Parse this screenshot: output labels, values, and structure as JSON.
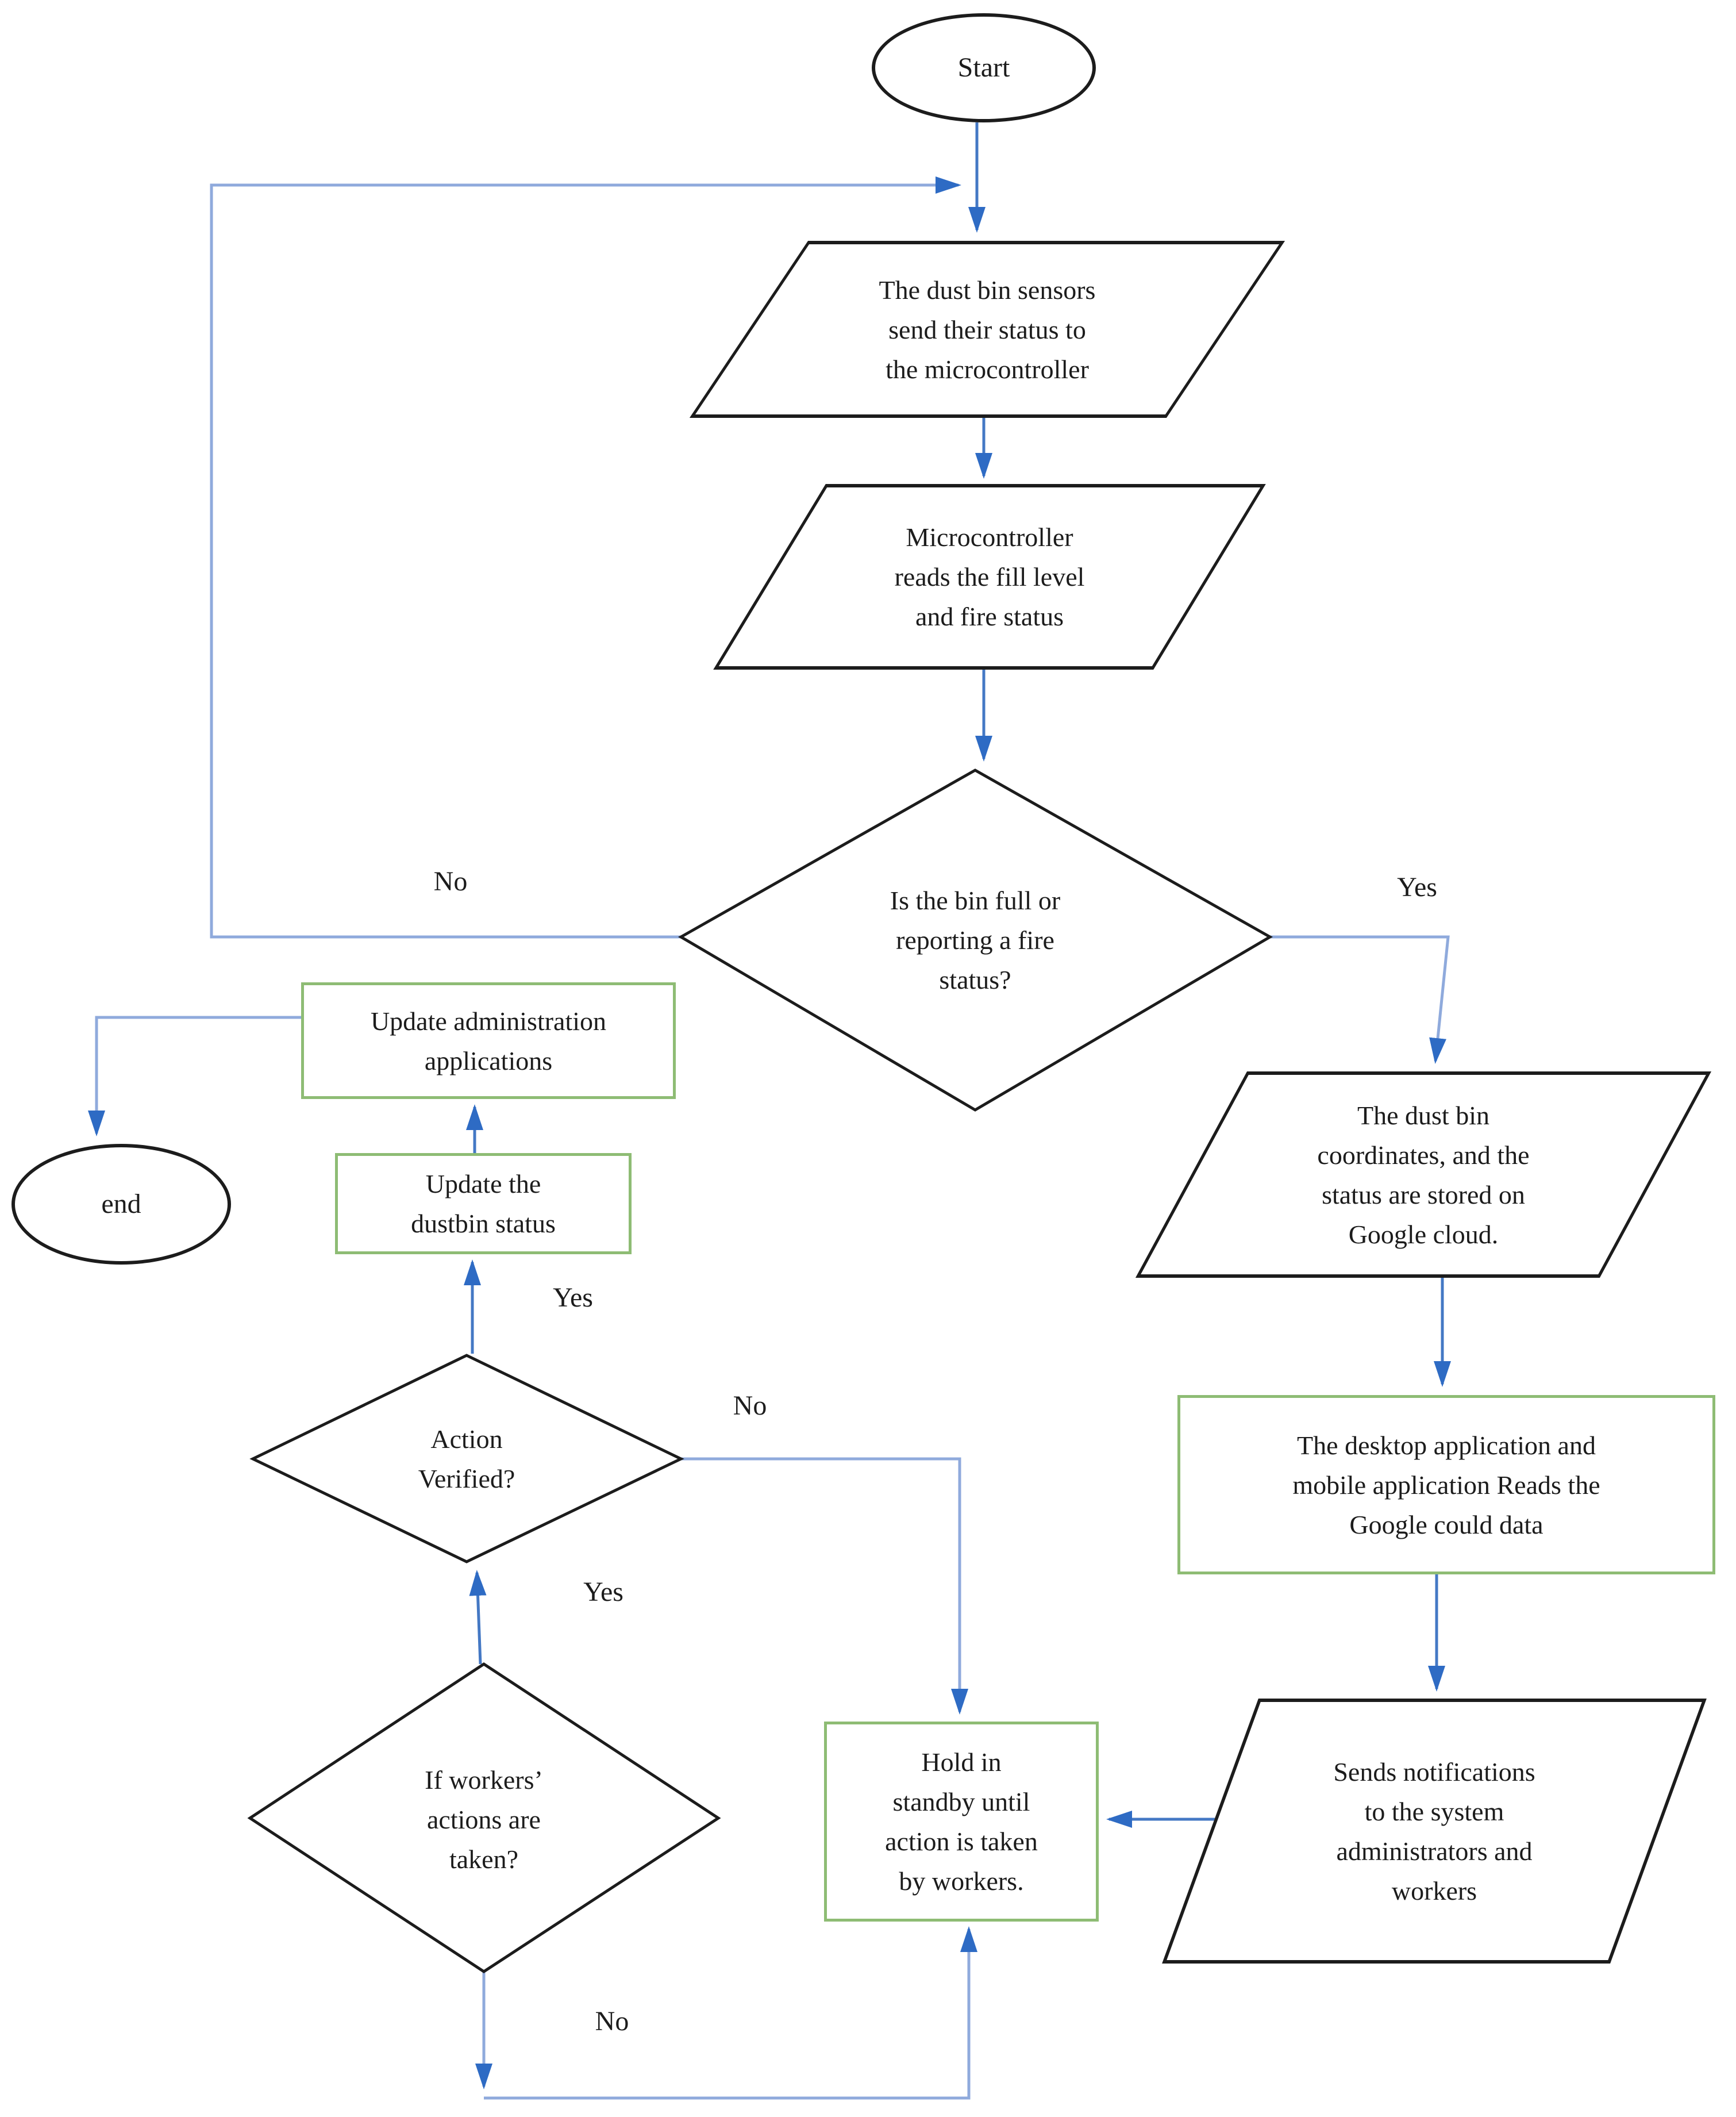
{
  "nodes": {
    "start": {
      "label": [
        "Start"
      ]
    },
    "sensors": {
      "label": [
        "The dust bin sensors",
        "send their status to",
        "the microcontroller"
      ]
    },
    "micro": {
      "label": [
        "Microcontroller",
        "reads the fill level",
        "and fire status"
      ]
    },
    "bin_full": {
      "label": [
        "Is the bin full or",
        "reporting a fire",
        "status?"
      ]
    },
    "update_admin": {
      "label": [
        "Update administration",
        "applications"
      ]
    },
    "end": {
      "label": [
        "end"
      ]
    },
    "update_dustbin": {
      "label": [
        "Update the",
        "dustbin status"
      ]
    },
    "action_verified": {
      "label": [
        "Action",
        "Verified?"
      ]
    },
    "workers_actions": {
      "label": [
        "If workers’",
        "actions are",
        "taken?"
      ]
    },
    "hold": {
      "label": [
        "Hold in",
        "standby until",
        "action is taken",
        "by workers."
      ]
    },
    "coords_cloud": {
      "label": [
        "The dust bin",
        "coordinates, and the",
        "status are stored on",
        "Google cloud."
      ]
    },
    "desktop_reads": {
      "label": [
        "The desktop application and",
        "mobile application Reads the",
        "Google could data"
      ]
    },
    "notifications": {
      "label": [
        "Sends notifications",
        "to the system",
        "administrators and",
        "workers"
      ]
    }
  },
  "edge_labels": {
    "no_bin_full": "No",
    "yes_bin_full": "Yes",
    "yes_verified": "Yes",
    "no_verified": "No",
    "yes_workers": "Yes",
    "no_workers": "No"
  },
  "colors": {
    "connector_light": "#8faadc",
    "connector_strong": "#4478c4",
    "arrowhead": "#2e6bc4",
    "shape_outline": "#1c1c1c",
    "process_green": "#8ebc74"
  }
}
